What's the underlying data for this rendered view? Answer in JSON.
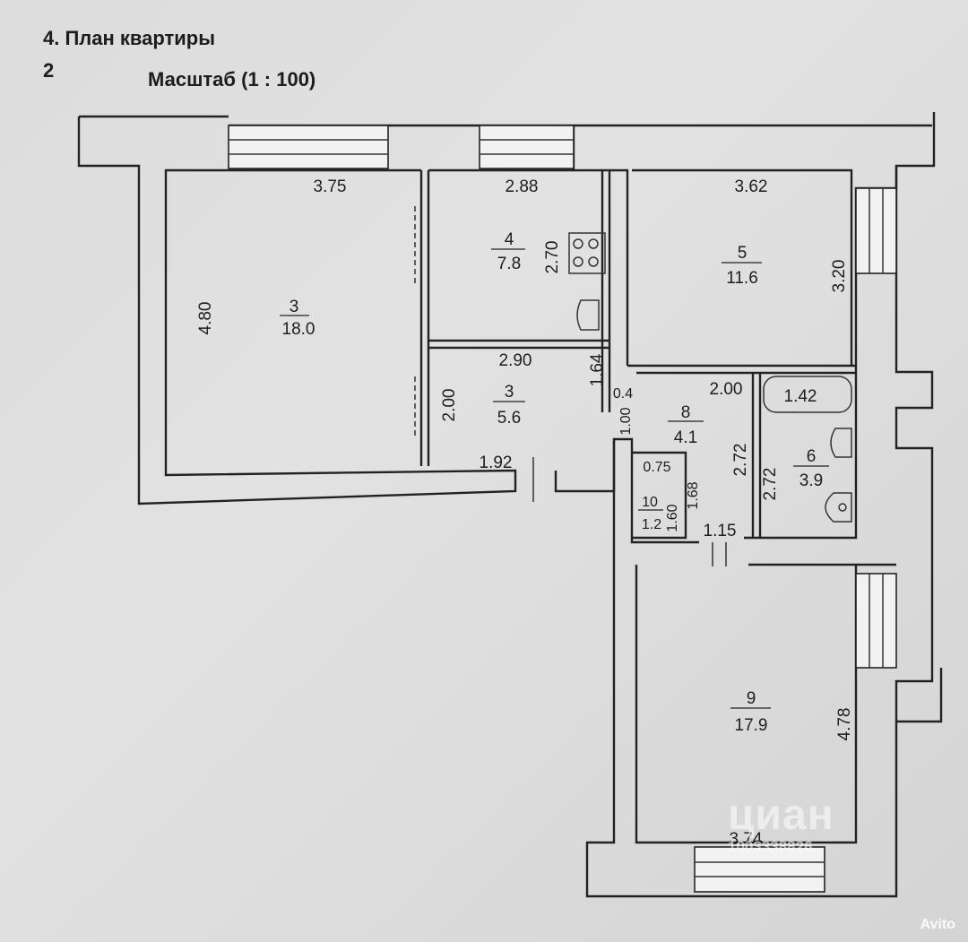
{
  "header": {
    "title": "4. План квартиры",
    "floor": "2",
    "scale": "Масштаб (1 : 100)"
  },
  "rooms": [
    {
      "id": "room-3-large",
      "num": "3",
      "area": "18.0"
    },
    {
      "id": "room-4",
      "num": "4",
      "area": "7.8"
    },
    {
      "id": "room-5",
      "num": "5",
      "area": "11.6"
    },
    {
      "id": "room-3-small",
      "num": "3",
      "area": "5.6"
    },
    {
      "id": "room-8",
      "num": "8",
      "area": "4.1"
    },
    {
      "id": "room-6",
      "num": "6",
      "area": "3.9"
    },
    {
      "id": "room-10",
      "num": "10",
      "area": "1.2"
    },
    {
      "id": "room-9",
      "num": "9",
      "area": "17.9"
    }
  ],
  "dimensions": {
    "d_375": "3.75",
    "d_288": "2.88",
    "d_362": "3.62",
    "d_480": "4.80",
    "d_270": "2.70",
    "d_320": "3.20",
    "d_290": "2.90",
    "d_164": "1.64",
    "d_200a": "2.00",
    "d_200b": "2.00",
    "d_04": "0.4",
    "d_100": "1.00",
    "d_142": "1.42",
    "d_192": "1.92",
    "d_075": "0.75",
    "d_272a": "2.72",
    "d_272b": "2.72",
    "d_168": "1.68",
    "d_160": "1.60",
    "d_115": "1.15",
    "d_478": "4.78",
    "d_374": "3.74"
  },
  "watermark": {
    "brand": "циан",
    "id": "1003338826"
  },
  "avito_label": "Avito"
}
